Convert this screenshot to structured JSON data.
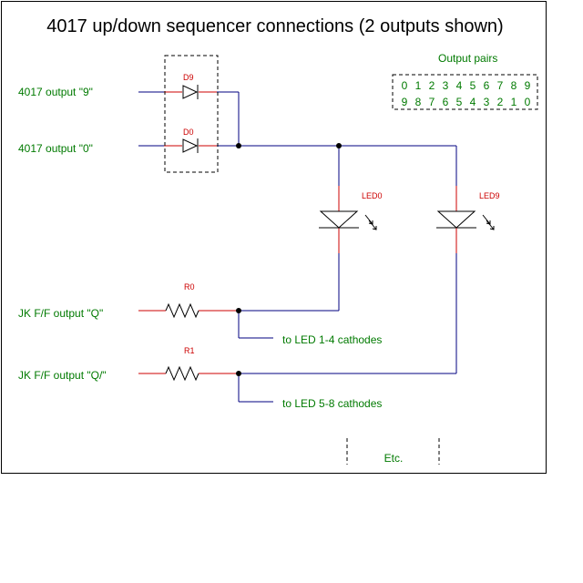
{
  "title": "4017 up/down sequencer connections (2 outputs shown)",
  "inputs": {
    "out9": "4017 output \"9\"",
    "out0": "4017 output \"0\"",
    "jkq": "JK F/F output \"Q\"",
    "jkqbar": "JK F/F output \"Q/\""
  },
  "components": {
    "d9": "D9",
    "d0": "D0",
    "led0": "LED0",
    "led9": "LED9",
    "r0": "R0",
    "r1": "R1"
  },
  "destinations": {
    "to14": "to LED 1-4 cathodes",
    "to58": "to LED 5-8 cathodes"
  },
  "output_pairs": {
    "label": "Output pairs",
    "top": [
      "0",
      "1",
      "2",
      "3",
      "4",
      "5",
      "6",
      "7",
      "8",
      "9"
    ],
    "bottom": [
      "9",
      "8",
      "7",
      "6",
      "5",
      "4",
      "3",
      "2",
      "1",
      "0"
    ]
  },
  "etc": "Etc.",
  "colors": {
    "wire": "#000080",
    "lead": "#cc0000",
    "label": "#007a00",
    "ref": "#cc0000"
  }
}
